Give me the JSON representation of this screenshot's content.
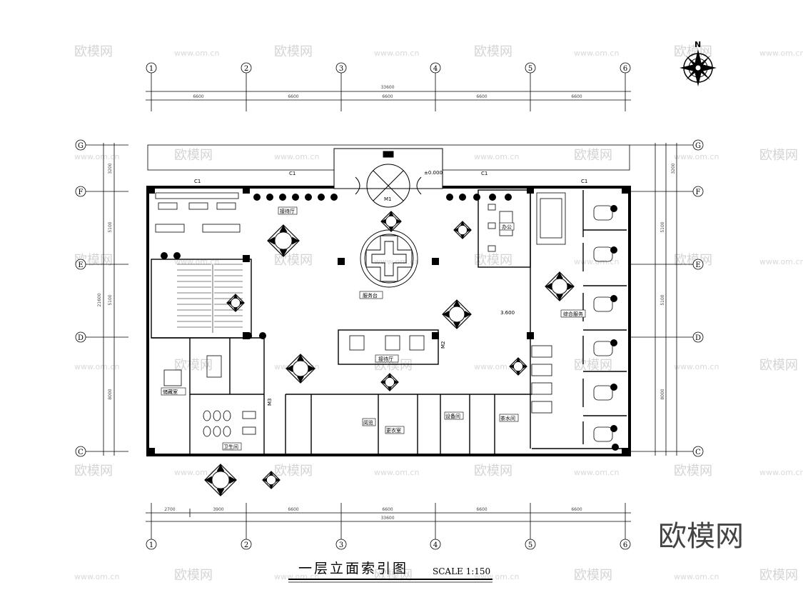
{
  "drawing": {
    "title": "一层立面索引图",
    "scale": "SCALE 1:150",
    "north": "N",
    "brand_logo": "欧模网",
    "watermark_text": "欧模网",
    "watermark_url": "www.om.cn",
    "ink_color": "#000000",
    "paper_color": "#ffffff",
    "watermark_color": "#d4d4d4"
  },
  "grid_columns": [
    "1",
    "2",
    "3",
    "4",
    "5",
    "6"
  ],
  "grid_rows": [
    "G",
    "F",
    "E",
    "D",
    "C"
  ],
  "top_dimensions": {
    "total": "33600",
    "bays": [
      "6600",
      "6600",
      "6600",
      "6600",
      "6600"
    ]
  },
  "bottom_dimensions": {
    "total": "33600",
    "bays": [
      "2700",
      "3900",
      "6600",
      "6600",
      "6600",
      "6600"
    ]
  },
  "left_dimensions": {
    "total": "21600",
    "parts": [
      "3200",
      "5100",
      "5100",
      "8000"
    ]
  },
  "right_dimensions": {
    "parts": [
      "3200",
      "5100",
      "5100",
      "8000"
    ]
  },
  "room_labels": {
    "lobby_a": "接待厅",
    "lobby_b": "接待厅",
    "service": "服务台",
    "consult": "综合服务",
    "office": "办公",
    "storage": "储藏室",
    "toilet": "卫生间",
    "room_a": "更衣室",
    "room_b": "设备间",
    "room_c": "茶水间",
    "reading": "阅览"
  },
  "door_marks": {
    "main": "M1",
    "m2": "M2",
    "m3": "M3",
    "c1_a": "C1",
    "c1_b": "C1",
    "c1_c": "C1",
    "c1_d": "C1"
  },
  "elevations": {
    "level_a": "±0.000",
    "level_b": "3.600"
  }
}
